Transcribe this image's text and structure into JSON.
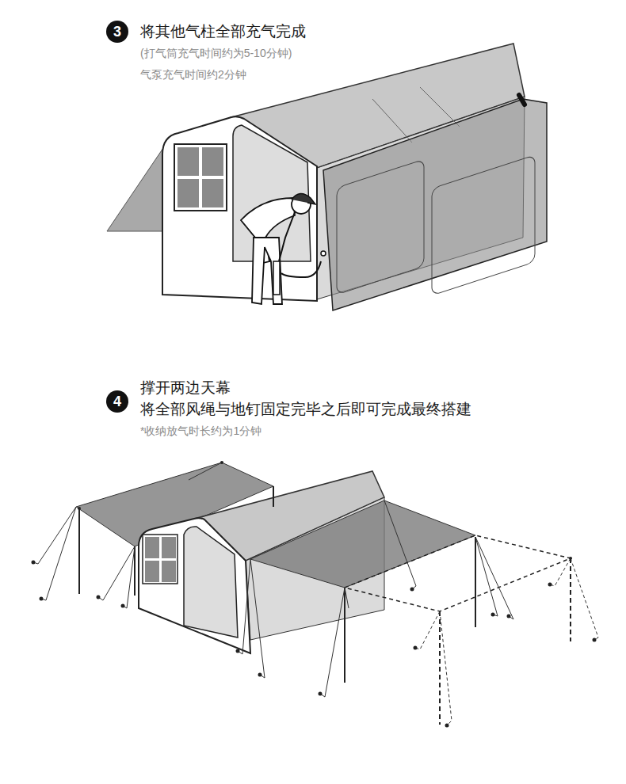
{
  "diagram": {
    "nodes": [
      {
        "text": [
          "3"
        ]
      },
      {
        "text": [
          "4"
        ]
      }
    ],
    "labels": [
      "将其他气柱全部充气完成",
      "(打气筒充气时间约为5-10分钟)",
      "气泵充气时间约2分钟",
      "撑开两边天幕",
      "将全部风绳与地钉固定完毕之后即可完成最终搭建",
      "*收纳放气时长约为1分钟"
    ]
  }
}
